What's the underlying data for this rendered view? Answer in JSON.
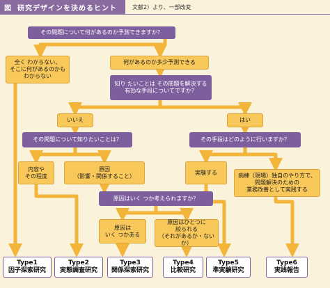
{
  "header": {
    "figure_label": "図",
    "title": "研究デザインを決めるヒント",
    "source_note": "文献2）より、一部改変"
  },
  "nodes": {
    "q_predict": "その問題について何があるのか予測できますか？",
    "a_none": "全く わからない、\nそこに何があるのかも\nわからない",
    "a_some": "何があるのか多少予測できる",
    "q_effective": "知り たいことは その問題を解決する\n有効な手段についてですか？",
    "no": "いいえ",
    "yes": "はい",
    "q_know": "その問題について知りたいことは？",
    "q_method": "その手段はどのように行いますか？",
    "a_content": "内容や\nその程度",
    "a_cause": "原因\n（影響・関係すること）",
    "a_experiment": "実験する",
    "a_ward": "病棟（現場）独自のやり方で、\n問題解決のための\n業務改善として実践する",
    "q_causes": "原因はいく つか考えられますか？",
    "a_several": "原因は\nいく つかある",
    "a_one": "原因はひとつに\n絞られる\n（それがあるか・ないか）"
  },
  "types": [
    {
      "name": "Type1",
      "label": "因子探索研究"
    },
    {
      "name": "Type2",
      "label": "実態調査研究"
    },
    {
      "name": "Type3",
      "label": "関係探索研究"
    },
    {
      "name": "Type4",
      "label": "比較研究"
    },
    {
      "name": "Type5",
      "label": "準実験研究"
    },
    {
      "name": "Type6",
      "label": "実践報告"
    }
  ],
  "colors": {
    "purple": "#7c5f9c",
    "yellow": "#f9c85a",
    "arrow": "#f2b53a",
    "background": "#fbf2dc"
  }
}
